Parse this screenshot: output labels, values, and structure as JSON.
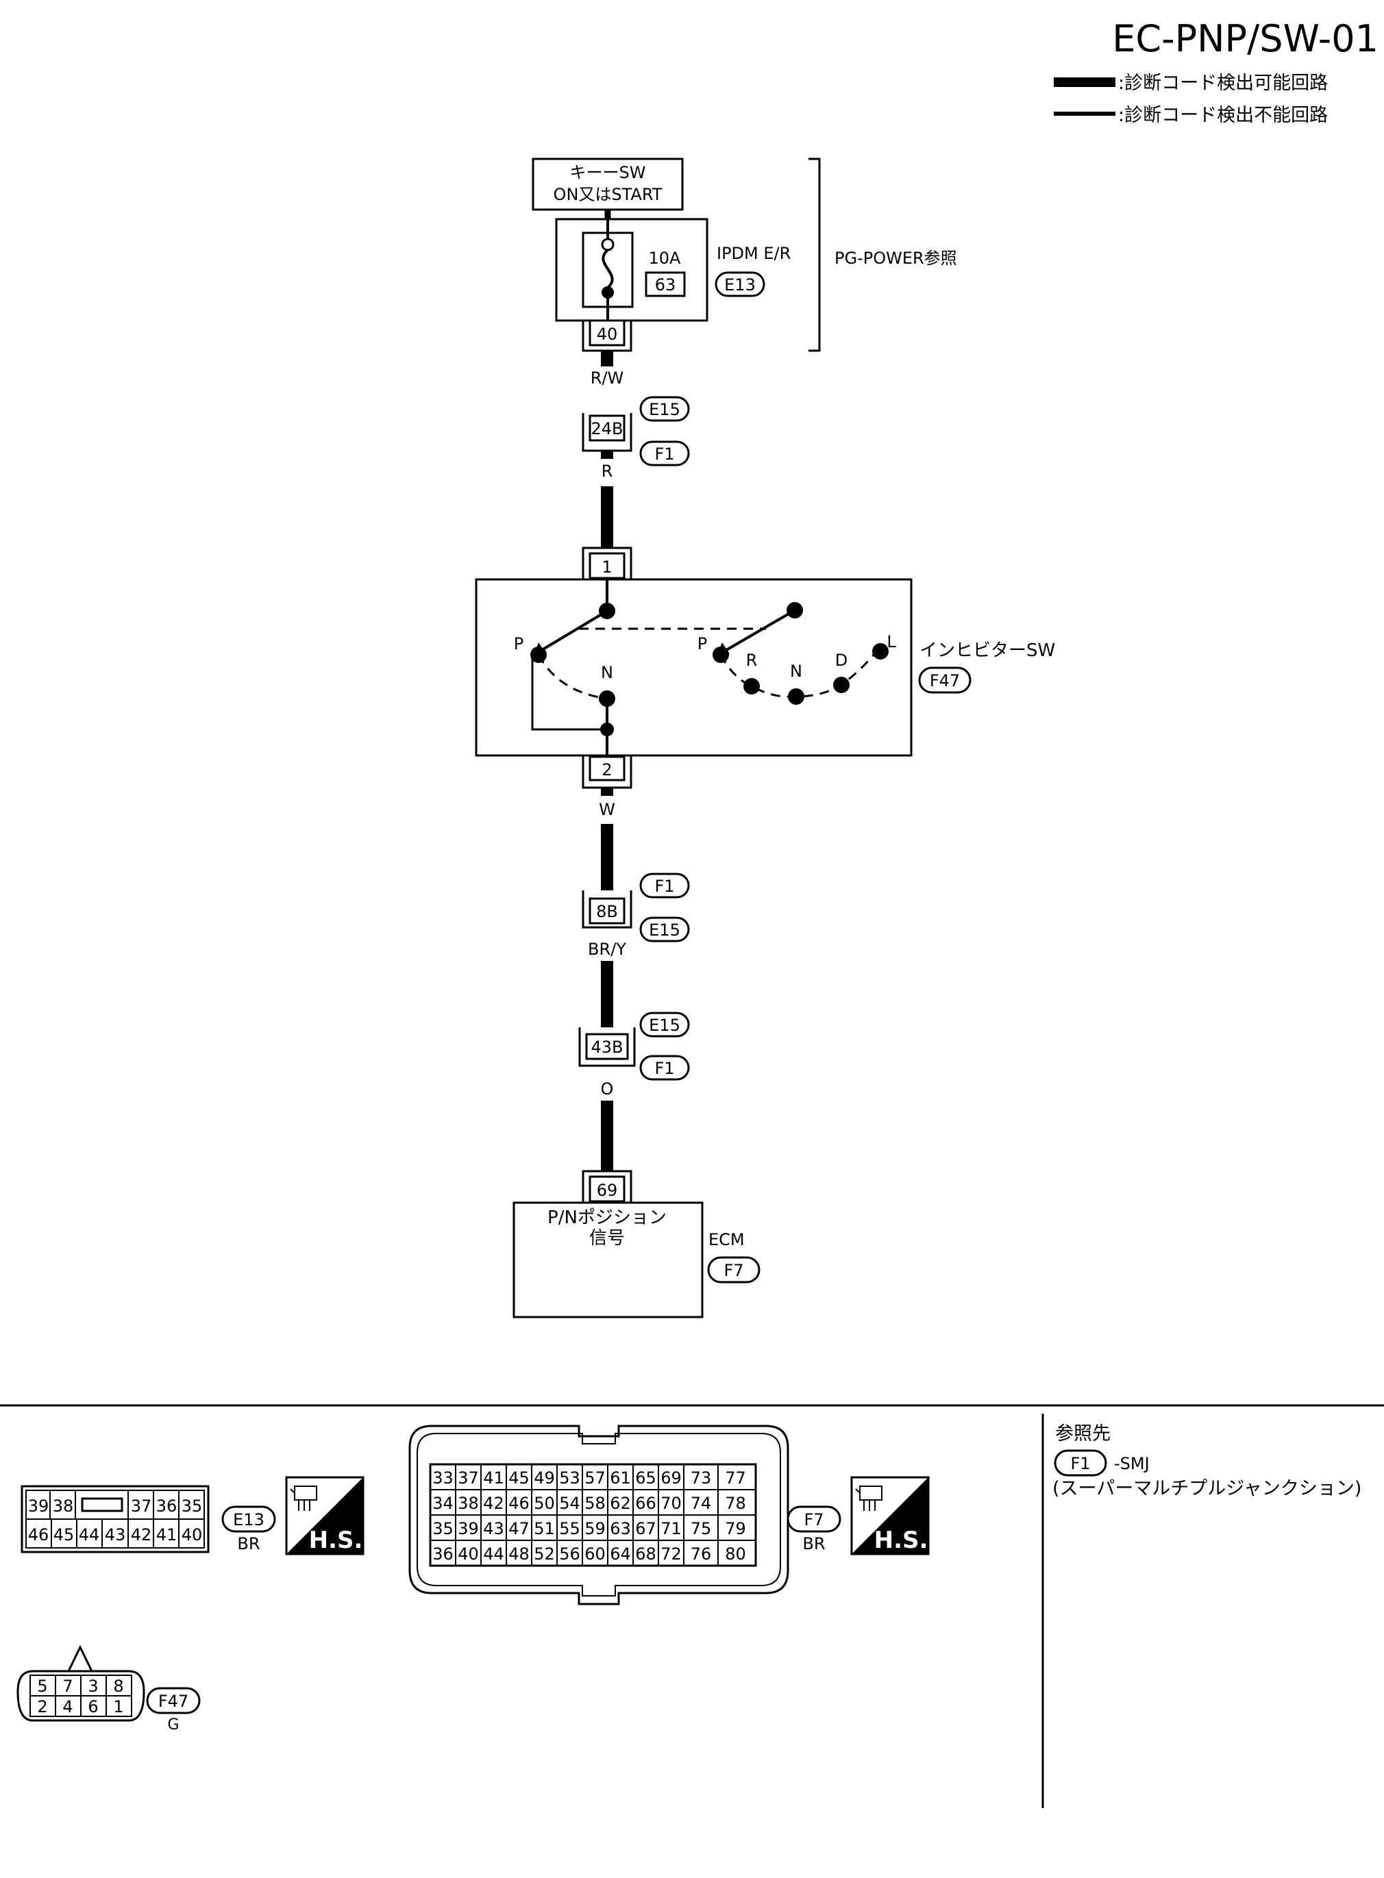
{
  "page": {
    "doc_id": "EC-PNP/SW-01"
  },
  "legend": {
    "items": [
      {
        "label": ":診断コード検出可能回路"
      },
      {
        "label": ":診断コード検出不能回路"
      }
    ]
  },
  "power": {
    "key_switch_line1": "キーーSW",
    "key_switch_line2": "ON又はSTART",
    "fuse_rating": "10A",
    "fuse_number": "63",
    "ipdm_label": "IPDM E/R",
    "ipdm_connector": "E13",
    "pg_ref": "PG-POWER参照",
    "terminal": "40"
  },
  "wires": {
    "rw": "R/W",
    "r": "R",
    "w": "W",
    "bry": "BR/Y",
    "o": "O"
  },
  "junctions": {
    "j24b": {
      "num": "24B",
      "top": "E15",
      "bottom": "F1"
    },
    "j8b": {
      "num": "8B",
      "top": "F1",
      "bottom": "E15"
    },
    "j43b": {
      "num": "43B",
      "top": "E15",
      "bottom": "F1"
    }
  },
  "inhibitor": {
    "name": "インヒビターSW",
    "connector": "F47",
    "pin_in": "1",
    "pin_out": "2",
    "left_p": "P",
    "left_n": "N",
    "right_p": "P",
    "right_r": "R",
    "right_n": "N",
    "right_d": "D",
    "right_l": "L"
  },
  "ecm": {
    "pin": "69",
    "signal_line1": "P/Nポジション",
    "signal_line2": "信号",
    "name": "ECM",
    "connector": "F7"
  },
  "connectors": {
    "e13": {
      "id": "E13",
      "color": "BR",
      "hs": "H.S.",
      "row1": [
        "39",
        "38",
        "",
        "37",
        "36",
        "35"
      ],
      "row2": [
        "46",
        "45",
        "44",
        "43",
        "42",
        "41",
        "40"
      ]
    },
    "f7": {
      "id": "F7",
      "color": "BR",
      "hs": "H.S.",
      "rows": [
        [
          "33",
          "37",
          "41",
          "45",
          "49",
          "53",
          "57",
          "61",
          "65",
          "69",
          "73",
          "77"
        ],
        [
          "34",
          "38",
          "42",
          "46",
          "50",
          "54",
          "58",
          "62",
          "66",
          "70",
          "74",
          "78"
        ],
        [
          "35",
          "39",
          "43",
          "47",
          "51",
          "55",
          "59",
          "63",
          "67",
          "71",
          "75",
          "79"
        ],
        [
          "36",
          "40",
          "44",
          "48",
          "52",
          "56",
          "60",
          "64",
          "68",
          "72",
          "76",
          "80"
        ]
      ]
    },
    "f47": {
      "id": "F47",
      "color": "G",
      "row1": [
        "5",
        "7",
        "3",
        "8"
      ],
      "row2": [
        "2",
        "4",
        "6",
        "1"
      ]
    }
  },
  "reference": {
    "title": "参照先",
    "badge": "F1",
    "text1": "-SMJ",
    "text2": "(スーパーマルチプルジャンクション)"
  }
}
